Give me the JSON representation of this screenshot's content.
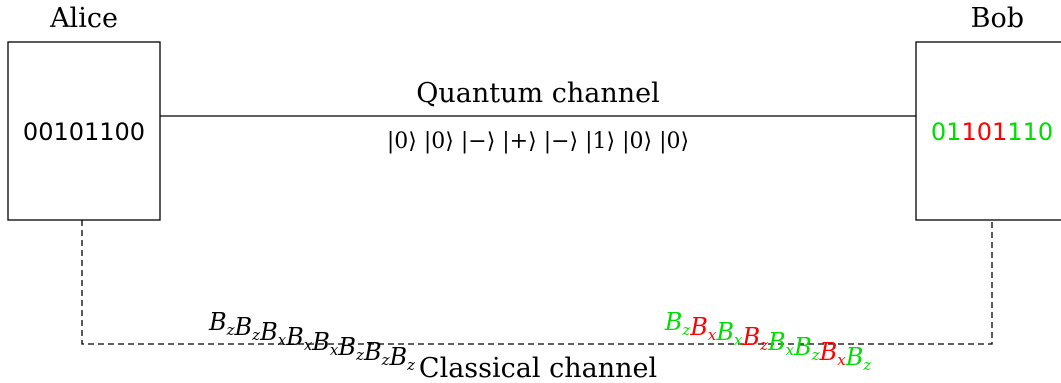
{
  "colors": {
    "match": "#00dd00",
    "mismatch": "#ff0000",
    "default": "#000000"
  },
  "alice": {
    "name": "Alice",
    "bits": "00101100",
    "bases": [
      {
        "b": "B",
        "s": "z"
      },
      {
        "b": "B",
        "s": "z"
      },
      {
        "b": "B",
        "s": "x"
      },
      {
        "b": "B",
        "s": "x"
      },
      {
        "b": "B",
        "s": "x"
      },
      {
        "b": "B",
        "s": "z"
      },
      {
        "b": "B",
        "s": "z"
      },
      {
        "b": "B",
        "s": "z"
      }
    ]
  },
  "bob": {
    "name": "Bob",
    "bits": [
      {
        "char": "0",
        "match": true
      },
      {
        "char": "1",
        "match": true
      },
      {
        "char": "1",
        "match": false
      },
      {
        "char": "0",
        "match": false
      },
      {
        "char": "1",
        "match": false
      },
      {
        "char": "1",
        "match": true
      },
      {
        "char": "1",
        "match": true
      },
      {
        "char": "0",
        "match": true
      }
    ],
    "bases": [
      {
        "b": "B",
        "s": "z",
        "match": true
      },
      {
        "b": "B",
        "s": "x",
        "match": false
      },
      {
        "b": "B",
        "s": "x",
        "match": true
      },
      {
        "b": "B",
        "s": "z",
        "match": false
      },
      {
        "b": "B",
        "s": "x",
        "match": true
      },
      {
        "b": "B",
        "s": "z",
        "match": true
      },
      {
        "b": "B",
        "s": "x",
        "match": false
      },
      {
        "b": "B",
        "s": "z",
        "match": true
      }
    ]
  },
  "quantum_channel": {
    "label": "Quantum channel",
    "states": [
      "|0⟩",
      "|0⟩",
      "|−⟩",
      "|+⟩",
      "|−⟩",
      "|1⟩",
      "|0⟩",
      "|0⟩"
    ]
  },
  "classical_channel": {
    "label": "Classical channel"
  }
}
